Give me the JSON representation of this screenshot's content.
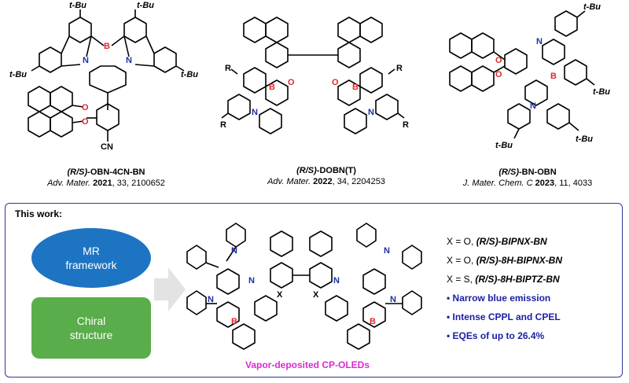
{
  "molecules": [
    {
      "name_prefix": "(R/S)",
      "name_suffix": "-OBN-4CN-BN",
      "journal": "Adv. Mater.",
      "year": "2021",
      "details": ", 33, 2100652"
    },
    {
      "name_prefix": "(R/S)",
      "name_suffix": "-DOBN(T)",
      "journal": "Adv. Mater.",
      "year": "2022",
      "details": ", 34, 2204253"
    },
    {
      "name_prefix": "(R/S)",
      "name_suffix": "-BN-OBN",
      "journal": "J. Mater. Chem. C",
      "year": "2023",
      "details": ", 11, 4033"
    }
  ],
  "atom_labels": {
    "boron": "B",
    "nitrogen": "N",
    "oxygen": "O",
    "tbu": "t-Bu",
    "cn": "CN",
    "r_group": "R",
    "x_atom": "X"
  },
  "this_work": {
    "title": "This work:",
    "oval_line1": "MR",
    "oval_line2": "framework",
    "rect_line1": "Chiral",
    "rect_line2": "structure",
    "variants": [
      {
        "prefix": "X = O, ",
        "compound": "(R/S)-BIPNX-BN"
      },
      {
        "prefix": "X = O, ",
        "compound": "(R/S)-8H-BIPNX-BN"
      },
      {
        "prefix": "X = S, ",
        "compound": "(R/S)-8H-BIPTZ-BN"
      }
    ],
    "bullets": [
      "• Narrow blue emission",
      "• Intense CPPL and CPEL",
      "• EQEs of up to 26.4%"
    ],
    "footer": "Vapor-deposited CP-OLEDs"
  },
  "colors": {
    "boron": "#e0282d",
    "nitrogen": "#1c2fa8",
    "oxygen": "#e0282d",
    "frame": "#2e3a8c",
    "oval": "#1d74c2",
    "rect": "#59ad4a",
    "bullet": "#1a1fa3",
    "footer": "#d92bd0"
  }
}
